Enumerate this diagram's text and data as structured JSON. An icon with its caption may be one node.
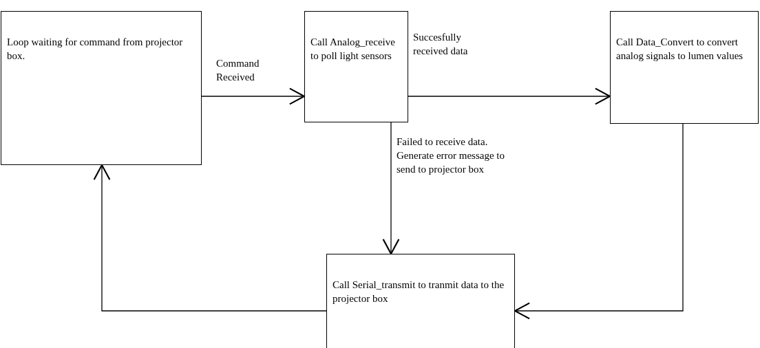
{
  "diagram": {
    "nodes": [
      {
        "text": [
          "Loop waiting for command from projector box."
        ]
      },
      {
        "text": [
          "Call Analog_receive to poll light sensors"
        ]
      },
      {
        "text": [
          "Call Data_Convert to convert analog signals to lumen values"
        ]
      },
      {
        "text": [
          "Call Serial_transmit to tranmit data to the projector box"
        ]
      }
    ],
    "edges": [
      {
        "from": 0,
        "to": 1,
        "arrow": "to",
        "label": "Command Received"
      },
      {
        "from": 1,
        "to": 2,
        "arrow": "to",
        "label": "Succesfully received data"
      },
      {
        "from": 1,
        "to": 3,
        "arrow": "to",
        "label": "Failed to receive data. Generate error message to send to projector box"
      },
      {
        "from": 2,
        "to": 3,
        "arrow": "to"
      },
      {
        "from": 3,
        "to": 0,
        "arrow": "to"
      }
    ]
  }
}
